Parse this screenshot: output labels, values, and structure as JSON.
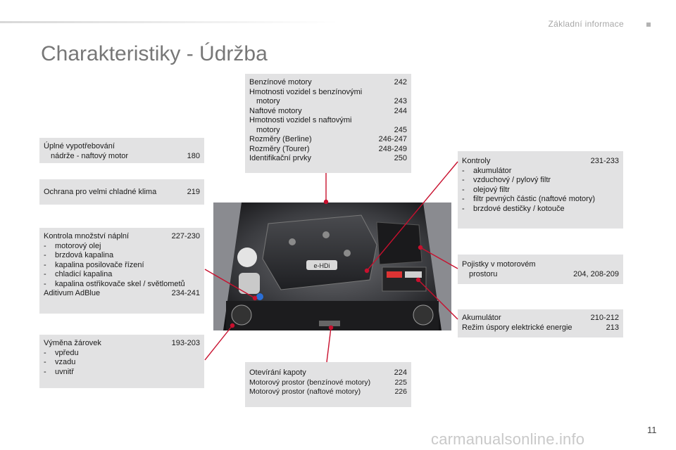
{
  "header": {
    "section": "Základní informace",
    "title": "Charakteristiky - Údržba"
  },
  "box_fuel_tank": {
    "line1": "Úplné vypotřebování",
    "line2": "nádrže - naftový motor",
    "page": "180"
  },
  "box_cold": {
    "label": "Ochrana pro velmi chladné klima",
    "page": "219"
  },
  "box_levels": {
    "title": "Kontrola množství náplní",
    "page": "227-230",
    "items": [
      "motorový olej",
      "brzdová kapalina",
      "kapalina posilovače řízení",
      "chladicí kapalina",
      "kapalina ostřikovače skel / světlometů"
    ],
    "adblue_label": "Aditivum AdBlue",
    "adblue_page": "234-241"
  },
  "box_bulbs": {
    "title": "Výměna žárovek",
    "page": "193-203",
    "items": [
      "vpředu",
      "vzadu",
      "uvnitř"
    ]
  },
  "box_engines": {
    "rows": [
      {
        "label": "Benzínové motory",
        "page": "242"
      },
      {
        "label1": "Hmotnosti vozidel s benzínovými",
        "label2": "motory",
        "page": "243"
      },
      {
        "label": "Naftové motory",
        "page": "244"
      },
      {
        "label1": "Hmotnosti vozidel s naftovými",
        "label2": "motory",
        "page": "245"
      },
      {
        "label": "Rozměry (Berline)",
        "page": "246-247"
      },
      {
        "label": "Rozměry (Tourer)",
        "page": "248-249"
      },
      {
        "label": "Identifikační prvky",
        "page": "250"
      }
    ]
  },
  "box_checks": {
    "title": "Kontroly",
    "page": "231-233",
    "items": [
      "akumulátor",
      "vzduchový / pylový filtr",
      "olejový filtr",
      "filtr pevných částic (naftové motory)",
      "brzdové destičky / kotouče"
    ]
  },
  "box_fuses": {
    "line1": "Pojistky v motorovém",
    "line2": "prostoru",
    "page": "204, 208-209"
  },
  "box_battery": {
    "rows": [
      {
        "label": "Akumulátor",
        "page": "210-212"
      },
      {
        "label": "Režim úspory elektrické energie",
        "page": "213"
      }
    ]
  },
  "box_bonnet": {
    "rows": [
      {
        "label": "Otevírání kapoty",
        "page": "224"
      },
      {
        "label": "Motorový prostor (benzínové motory)",
        "page": "225"
      },
      {
        "label": "Motorový prostor (naftové motory)",
        "page": "226"
      }
    ]
  },
  "engine_image": {
    "badge": "e-HDi"
  },
  "footer": {
    "watermark": "carmanualsonline.info",
    "page_number": "11"
  },
  "colors": {
    "accent_line": "#c8102e",
    "box_bg": "#e2e2e3",
    "title_gray": "#777777"
  }
}
